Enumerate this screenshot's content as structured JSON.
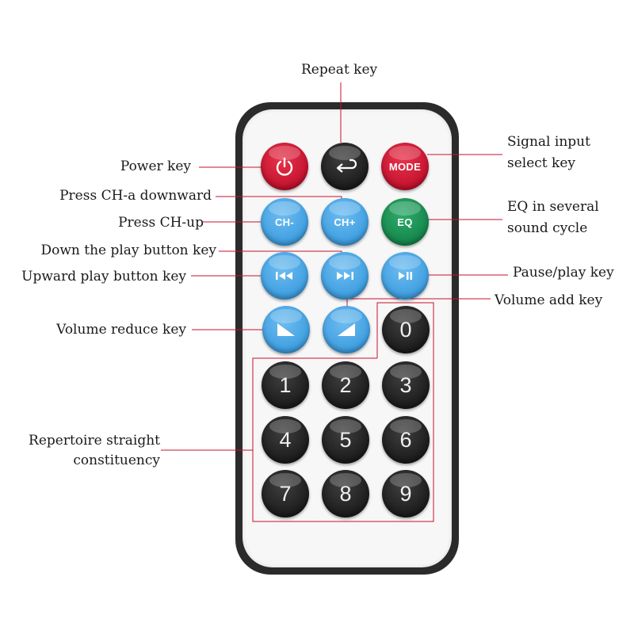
{
  "labels": {
    "repeat": "Repeat key",
    "signal_line1": "Signal input",
    "signal_line2": "select key",
    "power": "Power key",
    "ch_down": "Press CH-a downward",
    "ch_up": "Press CH-up",
    "eq_line1": "EQ in several",
    "eq_line2": "sound cycle",
    "down_play": "Down the play button key",
    "upward_play": "Upward play button key",
    "pause_play": "Pause/play key",
    "volume_add": "Volume add key",
    "volume_reduce": "Volume reduce key",
    "repertoire_line1": "Repertoire straight",
    "repertoire_line2": "constituency"
  },
  "keys": {
    "mode": "MODE",
    "ch_minus": "CH-",
    "ch_plus": "CH+",
    "eq": "EQ",
    "digits": [
      "0",
      "1",
      "2",
      "3",
      "4",
      "5",
      "6",
      "7",
      "8",
      "9"
    ]
  },
  "icons": {
    "power": "power-icon",
    "repeat": "return-arrow-icon",
    "prev": "previous-track-icon",
    "next": "next-track-icon",
    "play_pause": "play-pause-icon",
    "vol_down": "volume-down-icon",
    "vol_up": "volume-up-icon"
  },
  "colors": {
    "leader_line": "#c8102e",
    "key_red": "#c4122e",
    "key_blue": "#3e9ee0",
    "key_green": "#15874c",
    "key_dark": "#1c1c1c",
    "remote_border": "#2b2b2b"
  }
}
